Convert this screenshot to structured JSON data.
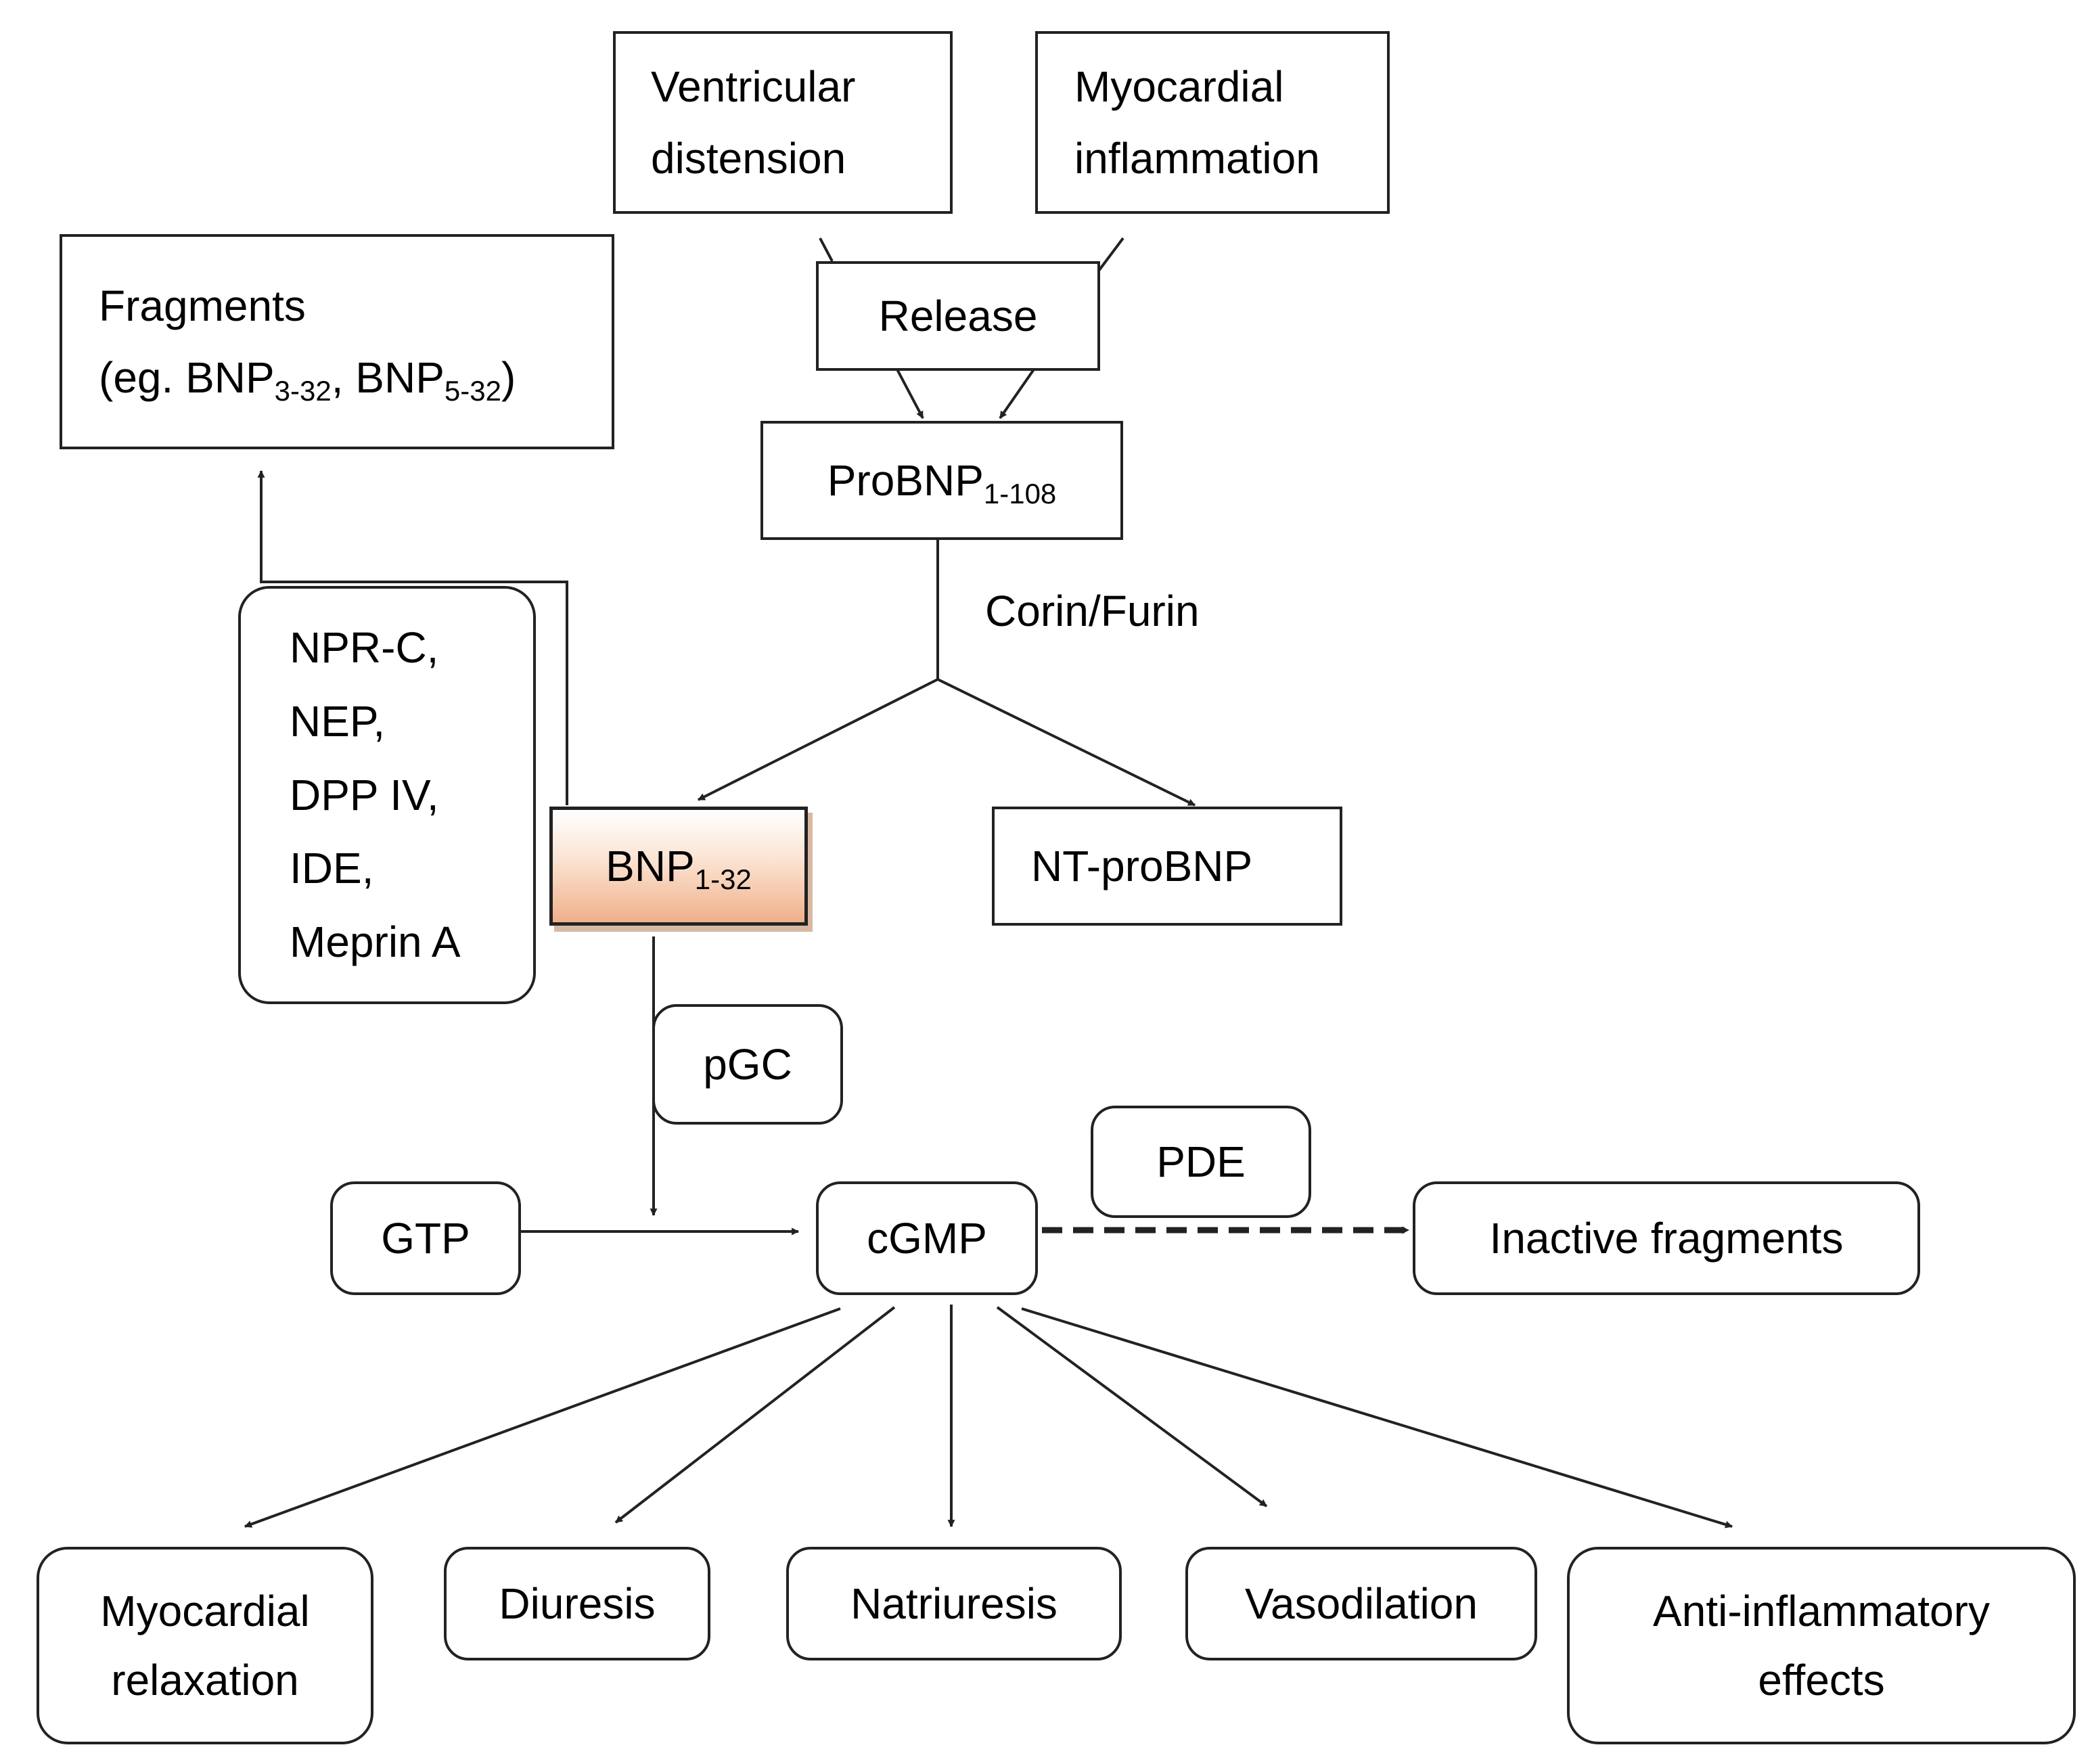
{
  "nodes": {
    "ventricular": {
      "line1": "Ventricular",
      "line2": "distension"
    },
    "myocardial_inflammation": {
      "line1": "Myocardial",
      "line2": "inflammation"
    },
    "release": {
      "label": "Release"
    },
    "probnp": {
      "label": "ProBNP",
      "sub": "1-108"
    },
    "fragments": {
      "line1": "Fragments",
      "prefix": "(eg. BNP",
      "sub1": "3-32",
      "mid": ", BNP",
      "sub2": "5-32",
      "suffix": ")"
    },
    "enzymes": {
      "items": [
        "NPR-C,",
        "NEP,",
        "DPP IV,",
        "IDE,",
        "Meprin A"
      ]
    },
    "bnp": {
      "label": "BNP",
      "sub": "1-32"
    },
    "ntprobnp": {
      "label": "NT-proBNP"
    },
    "pgc": {
      "label": "pGC"
    },
    "pde": {
      "label": "PDE"
    },
    "gtp": {
      "label": "GTP"
    },
    "cgmp": {
      "label": "cGMP"
    },
    "inactive": {
      "label": "Inactive fragments"
    },
    "effects": {
      "myocardial_relaxation": {
        "line1": "Myocardial",
        "line2": "relaxation"
      },
      "diuresis": {
        "label": "Diuresis"
      },
      "natriuresis": {
        "label": "Natriuresis"
      },
      "vasodilation": {
        "label": "Vasodilation"
      },
      "anti_inflammatory": {
        "line1": "Anti-inflammatory",
        "line2": "effects"
      }
    }
  },
  "edge_labels": {
    "corin_furin": "Corin/Furin"
  },
  "colors": {
    "line": "#222222",
    "bnp_highlight": "#f0b08a"
  }
}
